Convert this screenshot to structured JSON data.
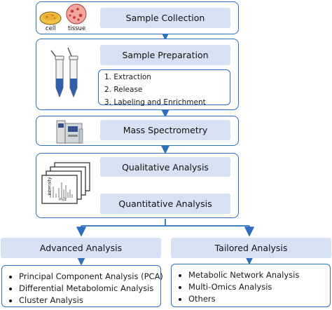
{
  "steps": {
    "collection": "Sample Collection",
    "preparation": "Sample Preparation",
    "mass_spec": "Mass Spectrometry",
    "qualitative": "Qualitative Analysis",
    "quantitative": "Quantitative Analysis",
    "advanced": "Advanced Analysis",
    "tailored": "Tailored Analysis"
  },
  "sample_labels": {
    "cell": "cell",
    "tissue": "tissue"
  },
  "preparation_steps": [
    "1. Extraction",
    "2. Release",
    "3. Labeling and Enrichment"
  ],
  "spectrum_axes": {
    "y": "intensity",
    "x": "m/z"
  },
  "advanced_items": [
    "Principal Component Analysis (PCA)",
    "Differential Metabolomic Analysis",
    "Cluster Analysis"
  ],
  "tailored_items": [
    "Metabolic Network Analysis",
    "Multi-Omics Analysis",
    "Others"
  ],
  "colors": {
    "accent": "#2e6fbf",
    "step_fill": "#d6e2f3"
  },
  "icons": [
    "petri-dish-icon",
    "tissue-dish-icon",
    "test-tube-icon",
    "mass-spectrometer-icon",
    "spectrum-stack-icon"
  ]
}
